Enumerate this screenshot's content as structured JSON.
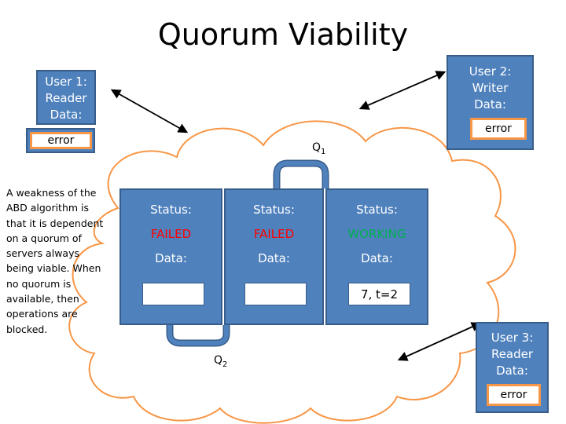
{
  "title": "Quorum Viability",
  "users": [
    {
      "role_label": "User 1:",
      "type_label": "Reader",
      "data_label": "Data:",
      "value": "error"
    },
    {
      "role_label": "User 2:",
      "type_label": "Writer",
      "data_label": "Data:",
      "value": "error"
    },
    {
      "role_label": "User 3:",
      "type_label": "Reader",
      "data_label": "Data:",
      "value": "error"
    }
  ],
  "servers": [
    {
      "status_label": "Status:",
      "status": "FAILED",
      "status_color": "#ff0000",
      "data_label": "Data:",
      "value": ""
    },
    {
      "status_label": "Status:",
      "status": "FAILED",
      "status_color": "#ff0000",
      "data_label": "Data:",
      "value": ""
    },
    {
      "status_label": "Status:",
      "status": "WORKING",
      "status_color": "#00b050",
      "data_label": "Data:",
      "value": "7, t=2"
    }
  ],
  "quorums": [
    {
      "letter": "Q",
      "index": "1"
    },
    {
      "letter": "Q",
      "index": "2"
    }
  ],
  "note": "A weakness of the ABD algorithm is that it is dependent on a quorum of servers always being viable. When no quorum is available, then operations are blocked.",
  "colors": {
    "box_fill": "#4f81bd",
    "box_border": "#385d8a",
    "value_border": "#f79646",
    "cloud_stroke": "#f79646"
  }
}
